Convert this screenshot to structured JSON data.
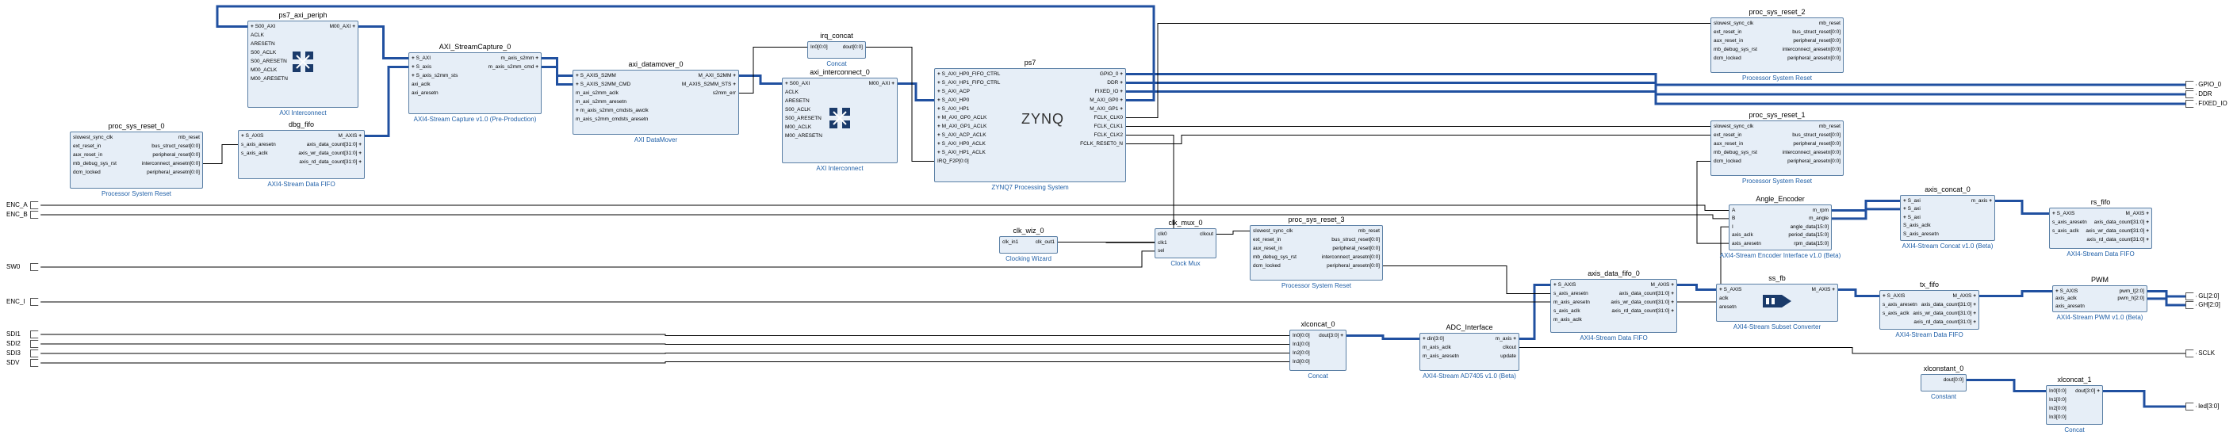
{
  "diagram": {
    "accent": "#5a7fa5",
    "fill": "#e6eef7",
    "link_color": "#2060a8",
    "bus_color": "#2050a0",
    "wire_color": "#000000"
  },
  "external_inputs": [
    "ENC_A",
    "ENC_B",
    "SW0",
    "ENC_I",
    "SDI1",
    "SDI2",
    "SDI3",
    "SDV"
  ],
  "external_outputs": [
    "GPIO_0",
    "DDR",
    "FIXED_IO",
    "GL[2:0]",
    "GH[2:0]",
    "SCLK",
    "led[3:0]"
  ],
  "blocks": {
    "ps7_axi_periph": {
      "name": "ps7_axi_periph",
      "sub": "AXI Interconnect",
      "left": [
        "S00_AXI",
        "ACLK",
        "ARESETN",
        "S00_ACLK",
        "S00_ARESETN",
        "M00_ACLK",
        "M00_ARESETN"
      ],
      "right": [
        "M00_AXI"
      ]
    },
    "proc_sys_reset_0": {
      "name": "proc_sys_reset_0",
      "sub": "Processor System Reset",
      "left": [
        "slowest_sync_clk",
        "ext_reset_in",
        "aux_reset_in",
        "mb_debug_sys_rst",
        "dcm_locked"
      ],
      "right": [
        "mb_reset",
        "bus_struct_reset[0:0]",
        "peripheral_reset[0:0]",
        "interconnect_aresetn[0:0]",
        "peripheral_aresetn[0:0]"
      ]
    },
    "dbg_fifo": {
      "name": "dbg_fifo",
      "sub": "AXI4-Stream Data FIFO",
      "left": [
        "S_AXIS",
        "s_axis_aresetn",
        "s_axis_aclk"
      ],
      "right": [
        "M_AXIS",
        "axis_data_count[31:0]",
        "axis_wr_data_count[31:0]",
        "axis_rd_data_count[31:0]"
      ]
    },
    "axi_streamcapture": {
      "name": "AXI_StreamCapture_0",
      "sub": "AXI4-Stream Capture v1.0 (Pre-Production)",
      "left": [
        "S_AXI",
        "S_axis",
        "S_axis_s2mm_sts",
        "axi_aclk",
        "axi_aresetn"
      ],
      "right": [
        "m_axis_s2mm",
        "m_axis_s2mm_cmd"
      ]
    },
    "axi_datamover": {
      "name": "axi_datamover_0",
      "sub": "AXI DataMover",
      "left": [
        "S_AXIS_S2MM",
        "S_AXIS_S2MM_CMD",
        "m_axi_s2mm_aclk",
        "m_axi_s2mm_aresetn",
        "m_axis_s2mm_cmdsts_awclk",
        "m_axis_s2mm_cmdsts_aresetn"
      ],
      "right": [
        "M_AXI_S2MM",
        "M_AXIS_S2MM_STS",
        "s2mm_err"
      ]
    },
    "irq_concat": {
      "name": "irq_concat",
      "sub": "Concat",
      "left": [
        "In0[0:0]"
      ],
      "right": [
        "dout[0:0]"
      ]
    },
    "axi_interconnect": {
      "name": "axi_interconnect_0",
      "sub": "AXI Interconnect",
      "left": [
        "S00_AXI",
        "ACLK",
        "ARESETN",
        "S00_ACLK",
        "S00_ARESETN",
        "M00_ACLK",
        "M00_ARESETN"
      ],
      "right": [
        "M00_AXI"
      ]
    },
    "ps7": {
      "name": "ps7",
      "sub": "ZYNQ7 Processing System",
      "logo": "ZYNQ",
      "left": [
        "S_AXI_HP0_FIFO_CTRL",
        "S_AXI_HP1_FIFO_CTRL",
        "S_AXI_ACP",
        "S_AXI_HP0",
        "S_AXI_HP1",
        "M_AXI_GP0_ACLK",
        "M_AXI_GP1_ACLK",
        "S_AXI_ACP_ACLK",
        "S_AXI_HP0_ACLK",
        "S_AXI_HP1_ACLK",
        "IRQ_F2P[0:0]"
      ],
      "right": [
        "GPIO_0",
        "DDR",
        "FIXED_IO",
        "M_AXI_GP0",
        "M_AXI_GP1",
        "FCLK_CLK0",
        "FCLK_CLK1",
        "FCLK_CLK2",
        "FCLK_RESET0_N"
      ]
    },
    "proc_sys_reset_2": {
      "name": "proc_sys_reset_2",
      "sub": "Processor System Reset",
      "left": [
        "slowest_sync_clk",
        "ext_reset_in",
        "aux_reset_in",
        "mb_debug_sys_rst",
        "dcm_locked"
      ],
      "right": [
        "mb_reset",
        "bus_struct_reset[0:0]",
        "peripheral_reset[0:0]",
        "interconnect_aresetn[0:0]",
        "peripheral_aresetn[0:0]"
      ]
    },
    "proc_sys_reset_1": {
      "name": "proc_sys_reset_1",
      "sub": "Processor System Reset",
      "left": [
        "slowest_sync_clk",
        "ext_reset_in",
        "aux_reset_in",
        "mb_debug_sys_rst",
        "dcm_locked"
      ],
      "right": [
        "mb_reset",
        "bus_struct_reset[0:0]",
        "peripheral_reset[0:0]",
        "interconnect_aresetn[0:0]",
        "peripheral_aresetn[0:0]"
      ]
    },
    "clk_wiz": {
      "name": "clk_wiz_0",
      "sub": "Clocking Wizard",
      "left": [
        "clk_in1"
      ],
      "right": [
        "clk_out1"
      ]
    },
    "clk_mux": {
      "name": "clk_mux_0",
      "sub": "Clock Mux",
      "left": [
        "clk0",
        "clk1",
        "sel"
      ],
      "right": [
        "clkout"
      ]
    },
    "proc_sys_reset_3": {
      "name": "proc_sys_reset_3",
      "sub": "Processor System Reset",
      "left": [
        "slowest_sync_clk",
        "ext_reset_in",
        "aux_reset_in",
        "mb_debug_sys_rst",
        "dcm_locked"
      ],
      "right": [
        "mb_reset",
        "bus_struct_reset[0:0]",
        "peripheral_reset[0:0]",
        "interconnect_aresetn[0:0]",
        "peripheral_aresetn[0:0]"
      ]
    },
    "angle_encoder": {
      "name": "Angle_Encoder",
      "sub": "AXI4-Stream Encoder Interface v1.0 (Beta)",
      "left": [
        "A",
        "B",
        "I",
        "axis_aclk",
        "axis_aresetn"
      ],
      "right": [
        "m_rpm",
        "m_angle",
        "angle_data[15:0]",
        "period_data[15:0]",
        "rpm_data[15:0]"
      ]
    },
    "axis_concat": {
      "name": "axis_concat_0",
      "sub": "AXI4-Stream Concat v1.0 (Beta)",
      "left": [
        "S_axi",
        "S_axi",
        "S_axi",
        "S_axis_aclk",
        "S_axis_aresetn"
      ],
      "right": [
        "m_axis"
      ]
    },
    "rs_fifo": {
      "name": "rs_fifo",
      "sub": "AXI4-Stream Data FIFO",
      "left": [
        "S_AXIS",
        "s_axis_aresetn",
        "s_axis_aclk"
      ],
      "right": [
        "M_AXIS",
        "axis_data_count[31:0]",
        "axis_wr_data_count[31:0]",
        "axis_rd_data_count[31:0]"
      ]
    },
    "axis_data_fifo": {
      "name": "axis_data_fifo_0",
      "sub": "AXI4-Stream Data FIFO",
      "left": [
        "S_AXIS",
        "s_axis_aresetn",
        "m_axis_aresetn",
        "s_axis_aclk",
        "m_axis_aclk"
      ],
      "right": [
        "M_AXIS",
        "axis_data_count[31:0]",
        "axis_wr_data_count[31:0]",
        "axis_rd_data_count[31:0]"
      ]
    },
    "ss_fb": {
      "name": "ss_fb",
      "sub": "AXI4-Stream Subset Converter",
      "left": [
        "S_AXIS",
        "aclk",
        "aresetn"
      ],
      "right": [
        "M_AXIS"
      ]
    },
    "tx_fifo": {
      "name": "tx_fifo",
      "sub": "AXI4-Stream Data FIFO",
      "left": [
        "S_AXIS",
        "s_axis_aresetn",
        "s_axis_aclk"
      ],
      "right": [
        "M_AXIS",
        "axis_data_count[31:0]",
        "axis_wr_data_count[31:0]",
        "axis_rd_data_count[31:0]"
      ]
    },
    "pwm": {
      "name": "PWM",
      "sub": "AXI4-Stream PWM v1.0 (Beta)",
      "left": [
        "S_AXIS",
        "axis_aclk",
        "axis_aresetn"
      ],
      "right": [
        "pwm_l[2:0]",
        "pwm_h[2:0]"
      ]
    },
    "xlconcat_0": {
      "name": "xlconcat_0",
      "sub": "Concat",
      "left": [
        "In0[0:0]",
        "In1[0:0]",
        "In2[0:0]",
        "In3[0:0]"
      ],
      "right": [
        "dout[3:0]"
      ]
    },
    "adc_interface": {
      "name": "ADC_Interface",
      "sub": "AXI4-Stream AD7405 v1.0 (Beta)",
      "left": [
        "din[3:0]",
        "m_axis_aclk",
        "m_axis_aresetn"
      ],
      "right": [
        "m_axis",
        "clkout",
        "update"
      ]
    },
    "xlconstant": {
      "name": "xlconstant_0",
      "sub": "Constant",
      "left": [],
      "right": [
        "dout[0:0]"
      ]
    },
    "xlconcat_1": {
      "name": "xlconcat_1",
      "sub": "Concat",
      "left": [
        "In0[0:0]",
        "In1[0:0]",
        "In2[0:0]",
        "In3[0:0]"
      ],
      "right": [
        "dout[3:0]"
      ]
    }
  }
}
